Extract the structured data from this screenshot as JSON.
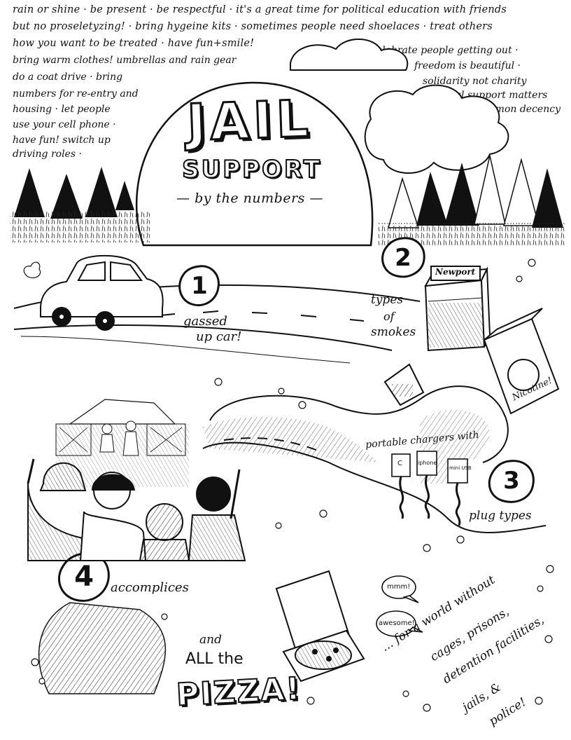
{
  "top_notes": [
    "rain or shine · be present · be respectful · it's a great time for political education with friends",
    "but no proseletyzing! · bring hygeine kits · sometimes people need shoelaces · treat others",
    "how you want to be treated · have fun+smile!"
  ],
  "left_notes": [
    "bring warm clothes! umbrellas and rain gear",
    "do a coat drive · bring",
    "numbers for re-entry and",
    "housing · let people",
    "use your cell phone ·",
    "have fun! switch up",
    "driving roles ·"
  ],
  "right_notes": [
    "celebrate people getting out ·",
    "freedom is beautiful ·",
    "solidarity not charity",
    "material support matters",
    "this is basic common decency"
  ],
  "title": {
    "jail": "JAIL",
    "support": "SUPPORT",
    "subtitle": "— by the numbers —"
  },
  "items": [
    {
      "number": "1",
      "label_lines": [
        "gassed",
        "up car!"
      ]
    },
    {
      "number": "2",
      "label_lines": [
        "types",
        "of",
        "smokes"
      ]
    },
    {
      "number": "3",
      "label_lines": [
        "portable chargers with",
        "plug types"
      ]
    },
    {
      "number": "4",
      "label_lines": [
        "accomplices"
      ]
    }
  ],
  "pack_labels": {
    "newport": "Newport",
    "nicotine": "Nicotine!"
  },
  "charger_labels": [
    "C",
    "iphone",
    "mini USB"
  ],
  "pizza": {
    "and": "and",
    "all_the": "ALL the",
    "word": "PIZZA!"
  },
  "bubbles": {
    "mmm": "mmm!",
    "awesome": "awesome!"
  },
  "closing_lines": [
    "... for a world without",
    "cages, prisons,",
    "detention facilities,",
    "jails, &",
    "police!"
  ]
}
